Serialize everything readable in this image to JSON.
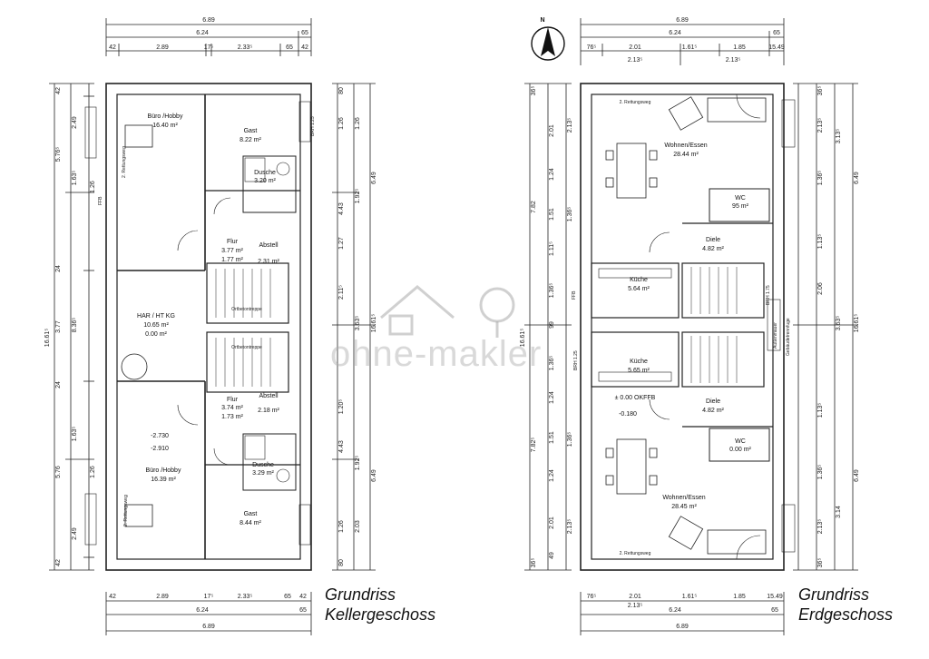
{
  "titles": {
    "left": [
      "Grundriss",
      "Kellergeschoss"
    ],
    "right": [
      "Grundriss",
      "Erdgeschoss"
    ]
  },
  "watermark": "ohne-makler",
  "north": "N",
  "kg": {
    "top_dims": {
      "total": "6.89",
      "inner": "6.24",
      "right_small": "65",
      "segments": [
        "42",
        "2.89",
        "17⁵",
        "2.33⁵",
        "65",
        "42"
      ]
    },
    "left_dims": [
      "42",
      "2.49",
      "5.76⁵",
      "1.63⁵",
      "1.26",
      "24",
      "3.77",
      "8.36⁵",
      "24",
      "1.63⁵",
      "5.76",
      "1.26",
      "2.49",
      "42",
      "16.61⁵"
    ],
    "right_dims": [
      "80",
      "1.26",
      "1.26",
      "4.43",
      "1.92⁵",
      "6.49",
      "1.27",
      "2.11⁵",
      "3.63⁵",
      "16.61⁵",
      "1.20⁵",
      "4.43",
      "1.92⁵",
      "6.49",
      "1.26",
      "2.03",
      "80"
    ],
    "rooms": [
      {
        "name": "Büro /Hobby",
        "area": "16.40 m²"
      },
      {
        "name": "Gast",
        "area": "8.22 m²"
      },
      {
        "name": "Dusche",
        "area": "3.20 m²"
      },
      {
        "name": "Flur",
        "area": "3.77 m²"
      },
      {
        "name": "Abstell",
        "area": "2.31 m²"
      },
      {
        "name": "HAR / HT KG",
        "area": "10.65 m²"
      },
      {
        "name": "Flur",
        "area": "3.74 m²"
      },
      {
        "name": "Abstell",
        "area": "2.18 m²"
      },
      {
        "name": "Büro /Hobby",
        "area": "16.39 m²"
      },
      {
        "name": "Dusche",
        "area": "3.29 m²"
      },
      {
        "name": "Gast",
        "area": "8.44 m²"
      }
    ],
    "extra": {
      "area_a": "1.77 m²",
      "area_b": "0.00 m²",
      "area_c": "1.73 m²",
      "level_1": "-2.730",
      "level_2": "-2.910",
      "stair_1": "Ortbetontreppe",
      "stair_2": "Ortbetontreppe",
      "rw_1": "2. Rettungsweg",
      "rw_2": "2. Rettungsweg",
      "ffb": "FFB",
      "brh": "BRH 1.25"
    },
    "bottom_dims": {
      "segments": [
        "42",
        "2.89",
        "17⁵",
        "2.33⁵",
        "65",
        "42"
      ],
      "inner": "6.24",
      "right_small": "65",
      "total": "6.89"
    }
  },
  "eg": {
    "top_dims": {
      "total": "6.89",
      "inner": "6.24",
      "right_small": "65",
      "segments": [
        "76⁵",
        "2.01",
        "1.61⁵",
        "1.85",
        "15.49"
      ],
      "sub": [
        "2.13⁵",
        "2.13⁵"
      ]
    },
    "left_dims": [
      "36⁵",
      "2.01",
      "2.13⁵",
      "1.24",
      "7.82",
      "1.51",
      "1.36⁵",
      "1.11⁵",
      "1.36⁵",
      "99",
      "1.36⁵",
      "1.24",
      "1.51",
      "7.82⁵",
      "1.36⁵",
      "1.24",
      "2.01",
      "2.13⁵",
      "49",
      "36⁵",
      "16.61⁵"
    ],
    "right_dims": [
      "36⁵",
      "2.13⁵",
      "3.13⁵",
      "1.36⁵",
      "6.49",
      "1.13⁵",
      "2.06",
      "3.63⁵",
      "16.61⁵",
      "1.13⁵",
      "1.36⁵",
      "6.49",
      "3.14",
      "2.13⁵",
      "36⁵"
    ],
    "rooms": [
      {
        "name": "Wohnen/Essen",
        "area": "28.44 m²"
      },
      {
        "name": "WC",
        "area": "95 m²"
      },
      {
        "name": "Diele",
        "area": "4.82 m²"
      },
      {
        "name": "Küche",
        "area": "5.64 m²"
      },
      {
        "name": "Küche",
        "area": "5.65 m²"
      },
      {
        "name": "Diele",
        "area": "4.82 m²"
      },
      {
        "name": "WC",
        "area": "0.00 m²"
      },
      {
        "name": "Wohnen/Essen",
        "area": "28.45 m²"
      }
    ],
    "extra": {
      "okffb": "± 0.00 OKFFB",
      "level": "-0.180",
      "rw_1": "2. Rettungsweg",
      "rw_2": "2. Rettungsweg",
      "ffb": "FFB",
      "brh": "BRH 1.25",
      "brh_b": "BRH 1.75",
      "lift": "Außenmauer",
      "gutter": "Gebäudetrennfuge"
    },
    "bottom_dims": {
      "segments": [
        "76⁵",
        "2.01",
        "1.61⁵",
        "1.85",
        "15.49"
      ],
      "sub": "2.13⁵",
      "inner": "6.24",
      "right_small": "65",
      "total": "6.89"
    }
  }
}
